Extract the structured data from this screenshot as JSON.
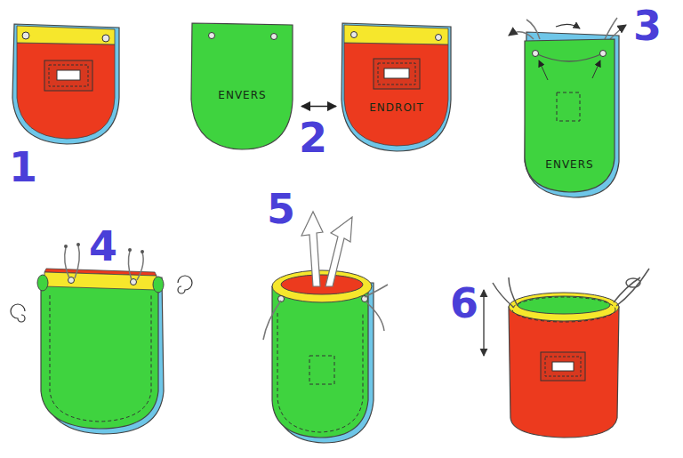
{
  "diagram": {
    "nodes": [
      {
        "text": [
          "ENVERS"
        ]
      },
      {
        "text": [
          "ENDROIT"
        ]
      },
      {
        "text": [
          "ENVERS"
        ]
      }
    ],
    "edges": [
      {
        "from": 0,
        "to": 1,
        "arrow": "both"
      }
    ],
    "labels": [
      "1",
      "2",
      "3",
      "4",
      "5",
      "6"
    ]
  }
}
